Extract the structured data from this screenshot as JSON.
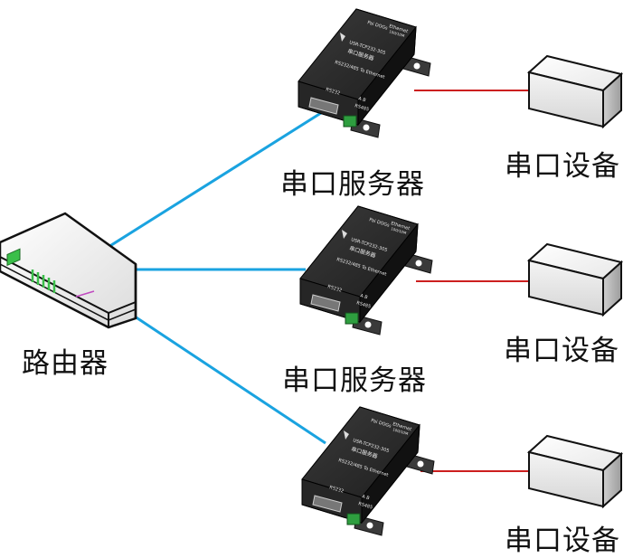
{
  "labels": {
    "router": "路由器",
    "server_1": "串口服务器",
    "server_2": "串口服务器",
    "device_1": "串口设备",
    "device_2": "串口设备",
    "device_3": "串口设备"
  },
  "server_print": {
    "badge_top": "Pai DOGs",
    "badge_sub": "Ethernet",
    "badge_sub2": "100/10M",
    "model": "USR-TCP232-305",
    "name": "串口服务器",
    "tagline": "RS232/485 To Ethernet",
    "port": "RS232",
    "term": "A B",
    "term_label": "RS485"
  },
  "colors": {
    "ethernet_link": "#1aa3e0",
    "serial_link": "#cc1f1f",
    "server_body": "#2b2b2b",
    "terminal": "#2e9e3f",
    "device_box": "#f2f2f2"
  }
}
